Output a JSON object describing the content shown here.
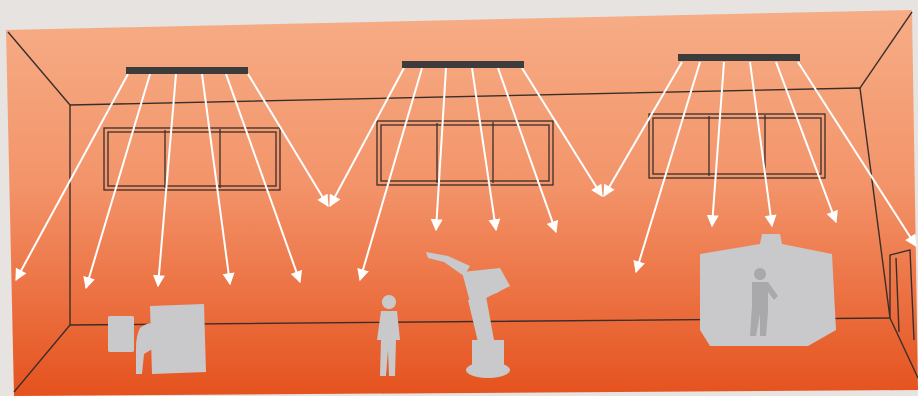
{
  "figure": {
    "lights_count": 3,
    "rays_per_light": 5,
    "colors": {
      "wall_top": "#f6ad86",
      "wall_mid": "#f3946a",
      "floor": "#e5521e",
      "room_line": "#3a2e2a",
      "ray": "#ffffff",
      "lamp": "#3c3c3c",
      "silhouette": "#c9c9cb",
      "page_background": "#e6e3e1"
    },
    "silhouettes": [
      "workstation-with-operator",
      "standing-worker",
      "industrial-robot-arm",
      "machining-center-with-operator"
    ]
  }
}
